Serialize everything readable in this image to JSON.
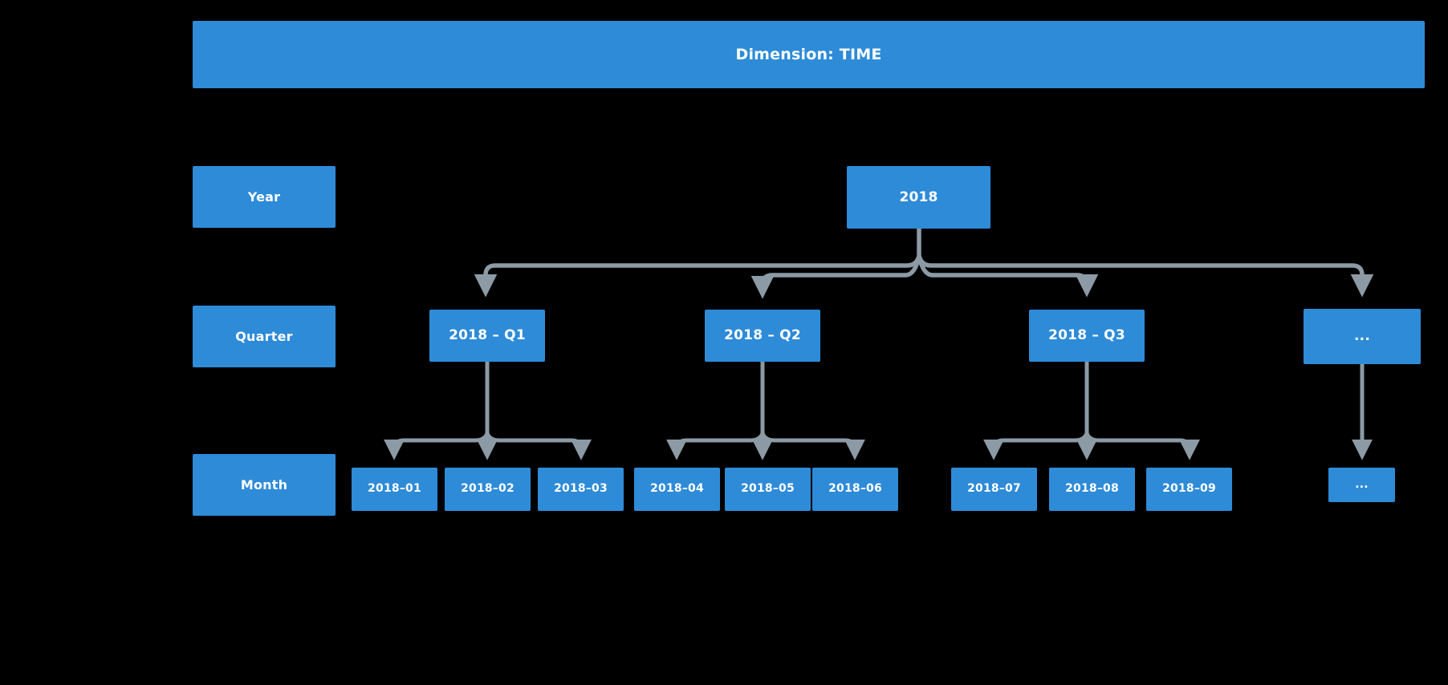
{
  "banner": {
    "title": "Dimension: TIME"
  },
  "colors": {
    "node_fill": "#2e8bd8",
    "node_text": "#ffffff",
    "connector": "#8c9aa5",
    "background": "#000000"
  },
  "row_labels": [
    {
      "key": "year",
      "label": "Year"
    },
    {
      "key": "quarter",
      "label": "Quarter"
    },
    {
      "key": "month",
      "label": "Month"
    }
  ],
  "hierarchy": {
    "year": {
      "label": "2018"
    },
    "quarters": [
      {
        "label": "2018 – Q1"
      },
      {
        "label": "2018 – Q2"
      },
      {
        "label": "2018 – Q3"
      },
      {
        "label": "..."
      }
    ],
    "months": [
      {
        "label": "2018–01"
      },
      {
        "label": "2018–02"
      },
      {
        "label": "2018–03"
      },
      {
        "label": "2018–04"
      },
      {
        "label": "2018–05"
      },
      {
        "label": "2018–06"
      },
      {
        "label": "2018–07"
      },
      {
        "label": "2018–08"
      },
      {
        "label": "2018–09"
      },
      {
        "label": "..."
      }
    ]
  }
}
